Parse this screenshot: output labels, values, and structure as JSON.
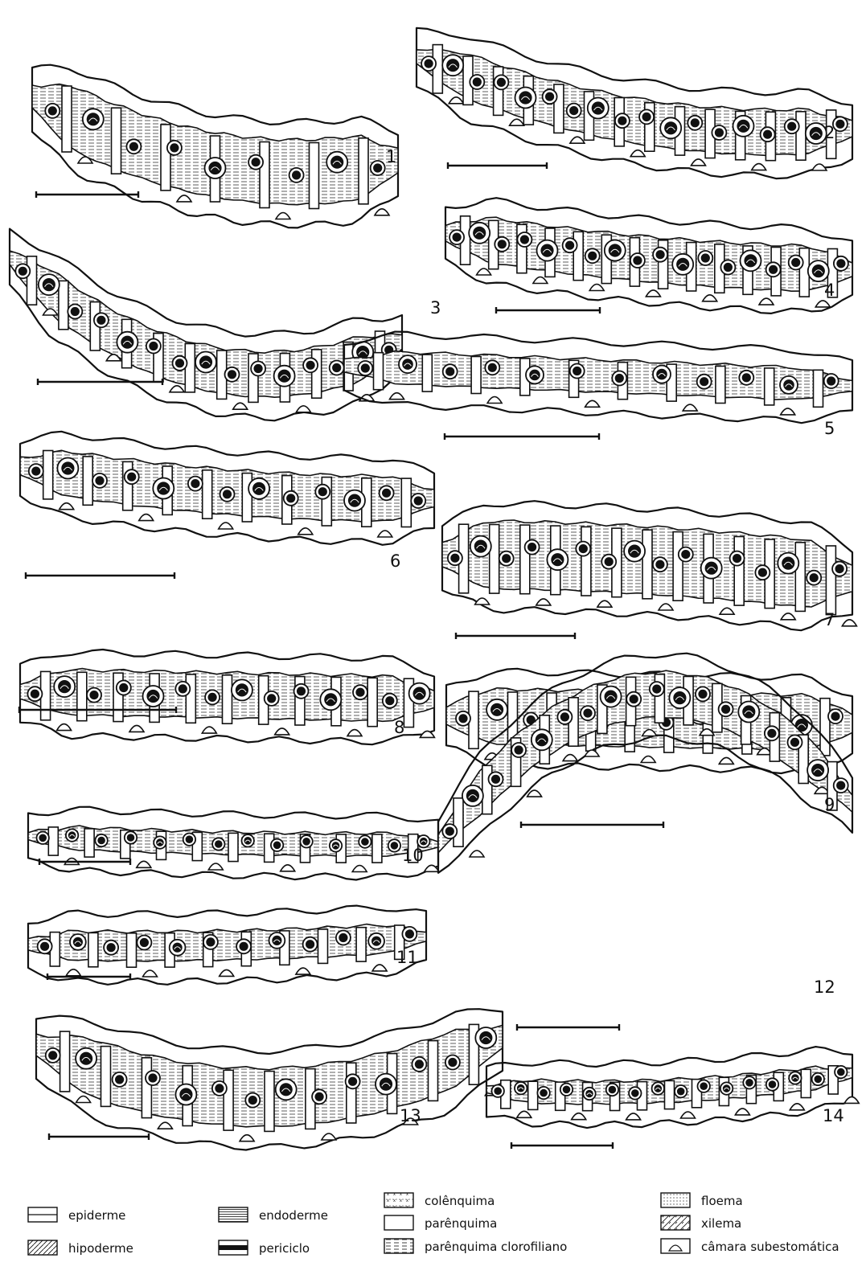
{
  "figure": {
    "panel_numbers": [
      "1",
      "2",
      "3",
      "4",
      "5",
      "6",
      "7",
      "8",
      "9",
      "10",
      "11",
      "12",
      "13",
      "14"
    ]
  },
  "legend": [
    {
      "key": "epiderme",
      "label": "epiderme",
      "pattern": "lines-plain"
    },
    {
      "key": "hipoderme",
      "label": "hipoderme",
      "pattern": "diagonal"
    },
    {
      "key": "endoderme",
      "label": "endoderme",
      "pattern": "lines-dense"
    },
    {
      "key": "periciclo",
      "label": "periciclo",
      "pattern": "solid-band"
    },
    {
      "key": "colenquima",
      "label": "colênquima",
      "pattern": "crosshatch"
    },
    {
      "key": "parenquima",
      "label": "parênquima",
      "pattern": "empty"
    },
    {
      "key": "parenquima_clorofiliano",
      "label": "parênquima clorofiliano",
      "pattern": "dashed-lines"
    },
    {
      "key": "floema",
      "label": "floema",
      "pattern": "dots"
    },
    {
      "key": "xilema",
      "label": "xilema",
      "pattern": "radial"
    },
    {
      "key": "camara_subestomatica",
      "label": "câmara subestomática",
      "pattern": "chamber"
    }
  ]
}
